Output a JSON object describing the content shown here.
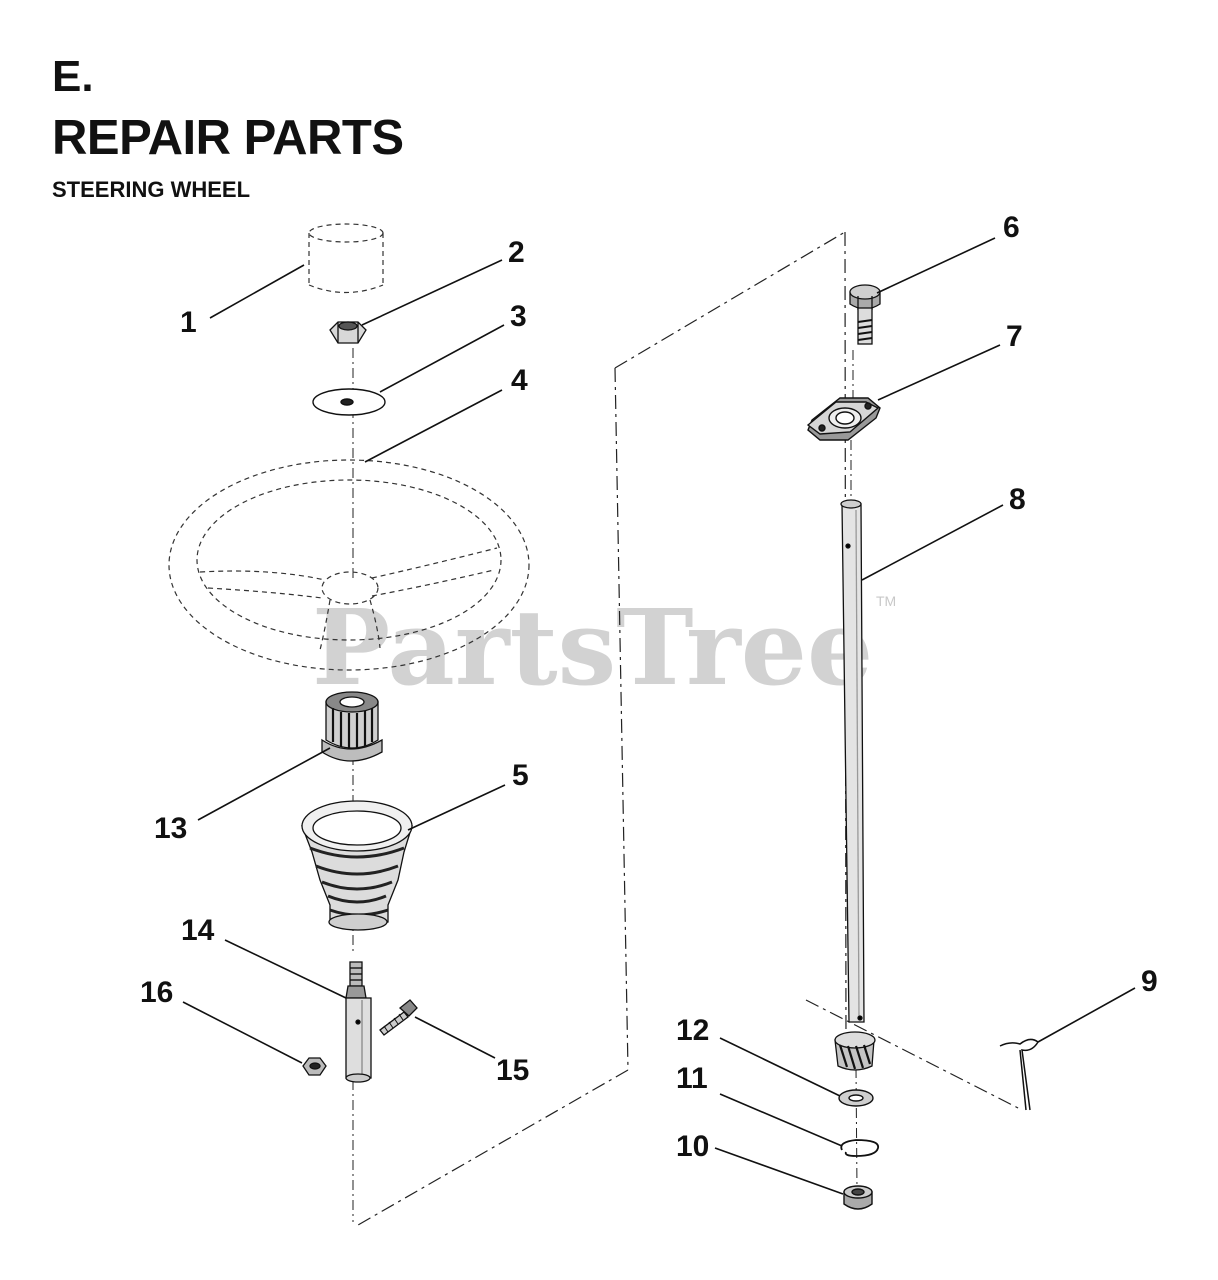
{
  "header": {
    "section_letter": "E.",
    "title": "REPAIR PARTS",
    "subtitle": "STEERING WHEEL"
  },
  "watermark": {
    "text": "PartsTree",
    "trademark": "TM",
    "color": "#d2d2d2"
  },
  "callouts": [
    "1",
    "2",
    "3",
    "4",
    "5",
    "6",
    "7",
    "8",
    "9",
    "10",
    "11",
    "12",
    "13",
    "14",
    "15",
    "16"
  ],
  "parts": {
    "p1": "cap",
    "p2": "nut",
    "p3": "washer",
    "p4": "steering-wheel",
    "p5": "bellows-boot",
    "p6": "bolt",
    "p7": "flange-bearing",
    "p8": "steering-shaft",
    "p9": "cotter-pin",
    "p10": "bushing",
    "p11": "retaining-ring",
    "p12": "flat-washer",
    "p13": "adapter",
    "p14": "shaft-extension",
    "p15": "screw",
    "p16": "lock-nut"
  }
}
